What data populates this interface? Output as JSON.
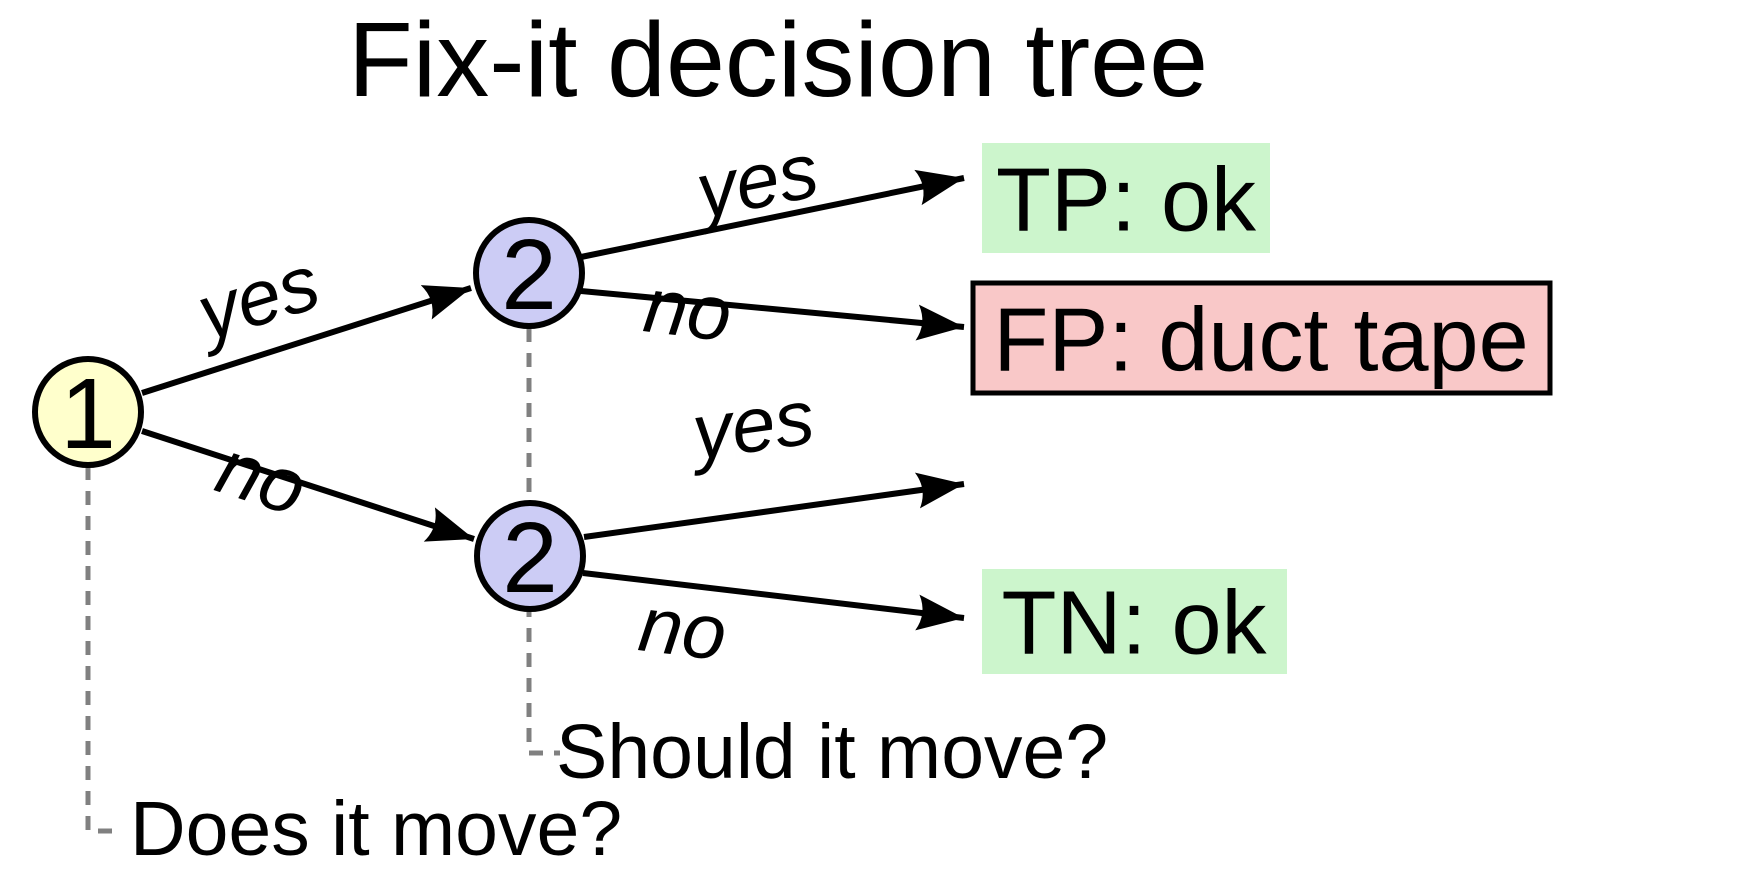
{
  "title": "Fix-it decision tree",
  "colors": {
    "background": "#ffffff",
    "node1_fill": "#ffffcc",
    "node2_fill": "#ccccf5",
    "outcome_ok_fill": "#ccf5cc",
    "outcome_bad_fill": "#f9c8c8",
    "edge_stroke": "#000000",
    "dashed_stroke": "#808080"
  },
  "nodes": [
    {
      "id": "1",
      "label": "1"
    },
    {
      "id": "2a",
      "label": "2"
    },
    {
      "id": "2b",
      "label": "2"
    }
  ],
  "edges": [
    {
      "from": "1",
      "to": "2a",
      "label": "yes"
    },
    {
      "from": "1",
      "to": "2b",
      "label": "no"
    },
    {
      "from": "2a",
      "to": "TP",
      "label": "yes"
    },
    {
      "from": "2a",
      "to": "FP",
      "label": "no"
    },
    {
      "from": "2b",
      "to": "",
      "label": "yes"
    },
    {
      "from": "2b",
      "to": "TN",
      "label": "no"
    }
  ],
  "outcomes": [
    {
      "id": "TP",
      "label": "TP: ok",
      "status": "ok"
    },
    {
      "id": "FP",
      "label": "FP: duct tape",
      "status": "bad"
    },
    {
      "id": "TN",
      "label": "TN: ok",
      "status": "ok"
    }
  ],
  "questions": [
    {
      "label": "Does it move?"
    },
    {
      "label": "Should it move?"
    }
  ]
}
